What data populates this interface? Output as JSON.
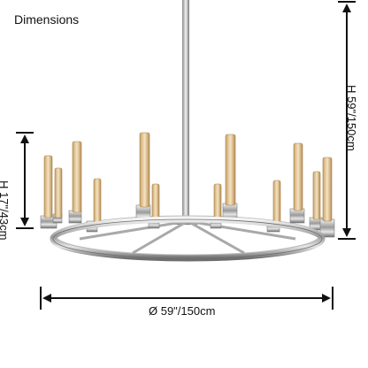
{
  "title": "Dimensions",
  "dimensions": {
    "width": "Ø 59\"/150cm",
    "height_body": "H 17\"/43cm",
    "height_total": "H 59\"/150cm"
  }
}
